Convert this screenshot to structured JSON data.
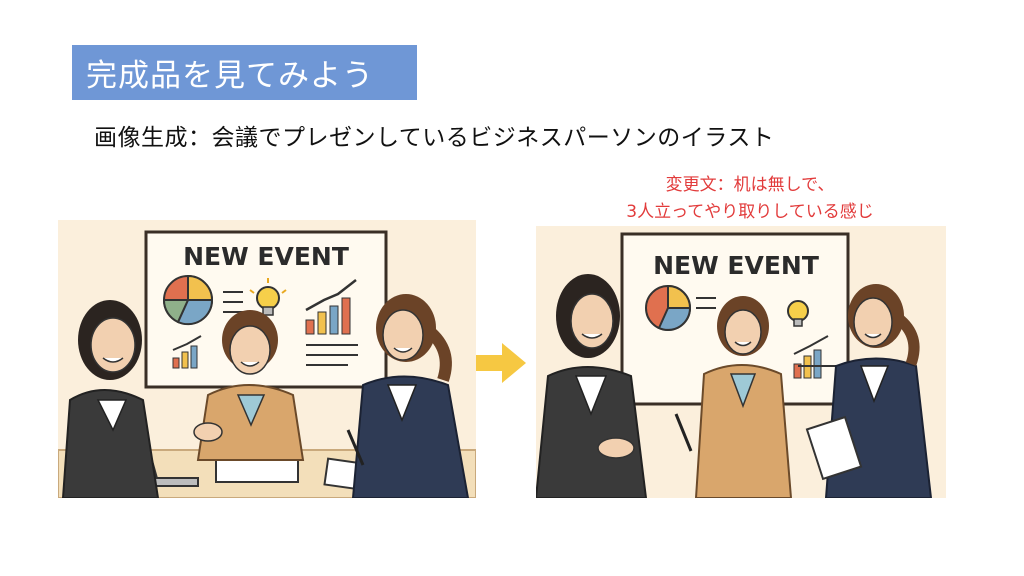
{
  "header": {
    "badge_title": "完成品を見てみよう",
    "subtitle": "画像生成：会議でプレゼンしているビジネスパーソンのイラスト"
  },
  "change_note": {
    "line1": "変更文：机は無しで、",
    "line2": "3人立ってやり取りしている感じ"
  },
  "illustration_before": {
    "board_text": "NEW EVENT"
  },
  "illustration_after": {
    "board_text": "NEW EVENT"
  },
  "colors": {
    "badge": "#6f97d6",
    "note": "#e23b3b",
    "arrow": "#f6c842"
  },
  "icons": [
    "arrow-right-icon",
    "lightbulb-icon",
    "pie-chart-icon",
    "bar-chart-icon"
  ]
}
